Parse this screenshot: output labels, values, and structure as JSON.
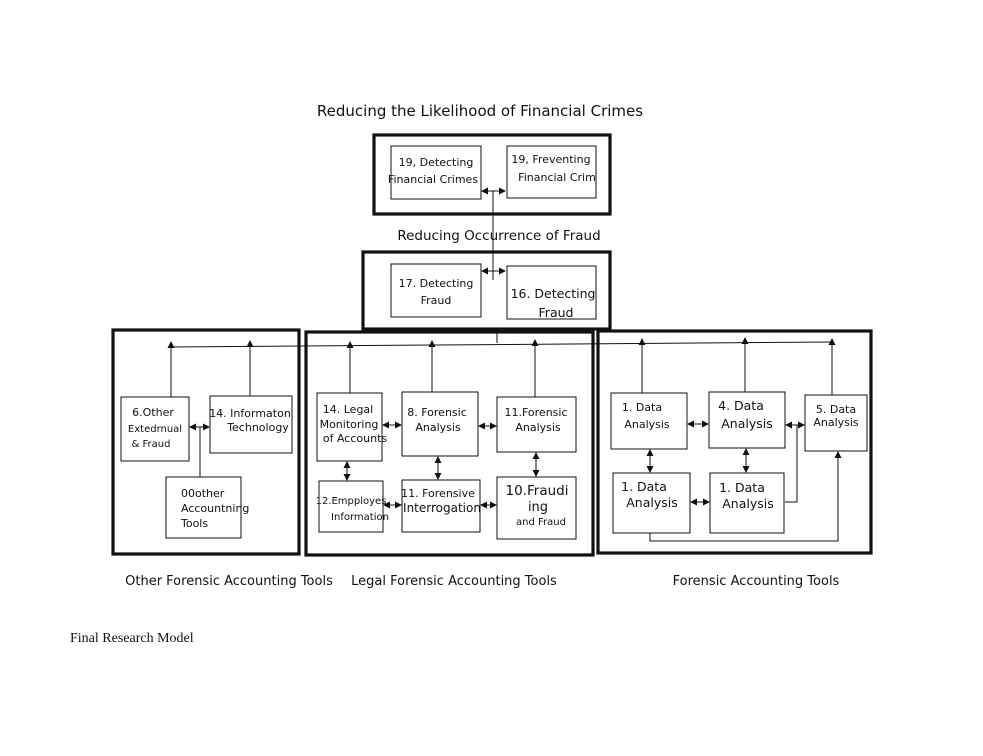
{
  "titles": {
    "top": "Reducing the Likelihood of Financial Crimes",
    "middle": "Reducing Occurrence of Fraud"
  },
  "groups": {
    "other": "Other Forensic Accounting Tools",
    "legal": "Legal Forensic Accounting Tools",
    "forensic": "Forensic Accounting Tools"
  },
  "boxes": {
    "b19a": [
      "19, Detecting",
      "Financial Crimes"
    ],
    "b19b": [
      "19, Freventing",
      "Financial Crim"
    ],
    "b17": [
      "17. Detecting",
      "Fraud"
    ],
    "b16": [
      "16. Detecting",
      "Fraud"
    ],
    "b6": [
      "6.Other",
      "Extedrnual",
      "& Fraud"
    ],
    "b14i": [
      "14. Informaton",
      "Technology"
    ],
    "b00": [
      "00other",
      "Accountning",
      "Tools"
    ],
    "b14l": [
      "14. Legal",
      "Monitoring",
      "of Accounts"
    ],
    "b8": [
      "8. Forensic",
      "Analysis"
    ],
    "b11f": [
      "11.Forensic",
      "Analysis"
    ],
    "b12": [
      "12.Empployes",
      "Information"
    ],
    "b11i": [
      "11. Forensive",
      "Interrogation"
    ],
    "b10": [
      "10.Fraudi",
      "ing",
      "and Fraud"
    ],
    "d1a": [
      "1. Data",
      "Analysis"
    ],
    "d4": [
      "4. Data",
      "Analysis"
    ],
    "d5": [
      "5. Data",
      "Analysis"
    ],
    "d1b": [
      "1. Data",
      "Analysis"
    ],
    "d1c": [
      "1. Data",
      "Analysis"
    ]
  },
  "caption": "Final Research Model"
}
